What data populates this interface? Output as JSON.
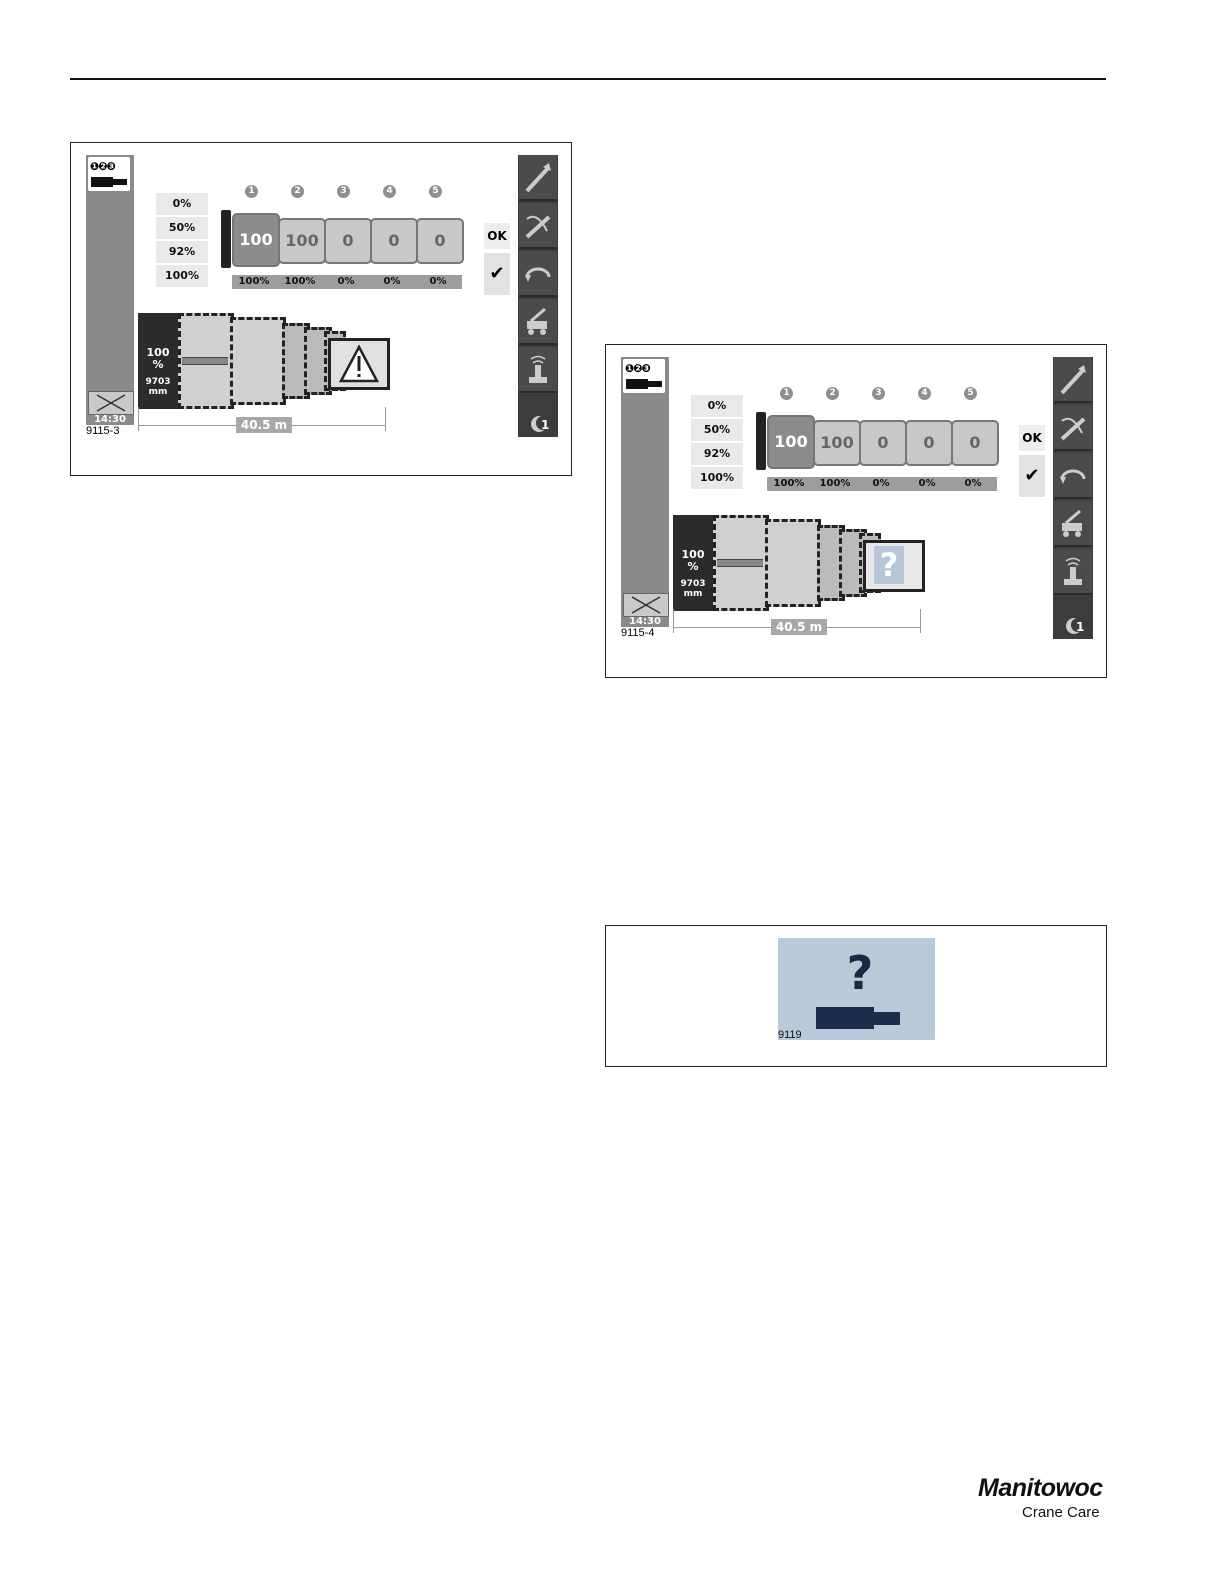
{
  "figures": [
    {
      "id": "9115-3",
      "clock": "14:30",
      "percent_options": [
        "0%",
        "50%",
        "92%",
        "100%"
      ],
      "section_numbers": [
        "1",
        "2",
        "3",
        "4",
        "5"
      ],
      "section_values": [
        "100",
        "100",
        "0",
        "0",
        "0"
      ],
      "section_percents": [
        "100%",
        "100%",
        "0%",
        "0%",
        "0%"
      ],
      "ok_label": "OK",
      "check_label": "✔",
      "boom_percent": "100",
      "boom_percent_unit": "%",
      "boom_length_value": "9703",
      "boom_length_unit": "mm",
      "boom_total_length": "40.5 m",
      "status_icon": "warning-icon",
      "night_mode_value": "1"
    },
    {
      "id": "9115-4",
      "clock": "14:30",
      "percent_options": [
        "0%",
        "50%",
        "92%",
        "100%"
      ],
      "section_numbers": [
        "1",
        "2",
        "3",
        "4",
        "5"
      ],
      "section_values": [
        "100",
        "100",
        "0",
        "0",
        "0"
      ],
      "section_percents": [
        "100%",
        "100%",
        "0%",
        "0%",
        "0%"
      ],
      "ok_label": "OK",
      "check_label": "✔",
      "boom_percent": "100",
      "boom_percent_unit": "%",
      "boom_length_value": "9703",
      "boom_length_unit": "mm",
      "boom_total_length": "40.5 m",
      "status_icon": "question-icon",
      "status_symbol": "?",
      "night_mode_value": "1"
    }
  ],
  "icon_figure": {
    "id": "9119",
    "symbol": "?"
  },
  "logo": {
    "brand": "Manitowoc",
    "sub": "Crane Care"
  }
}
